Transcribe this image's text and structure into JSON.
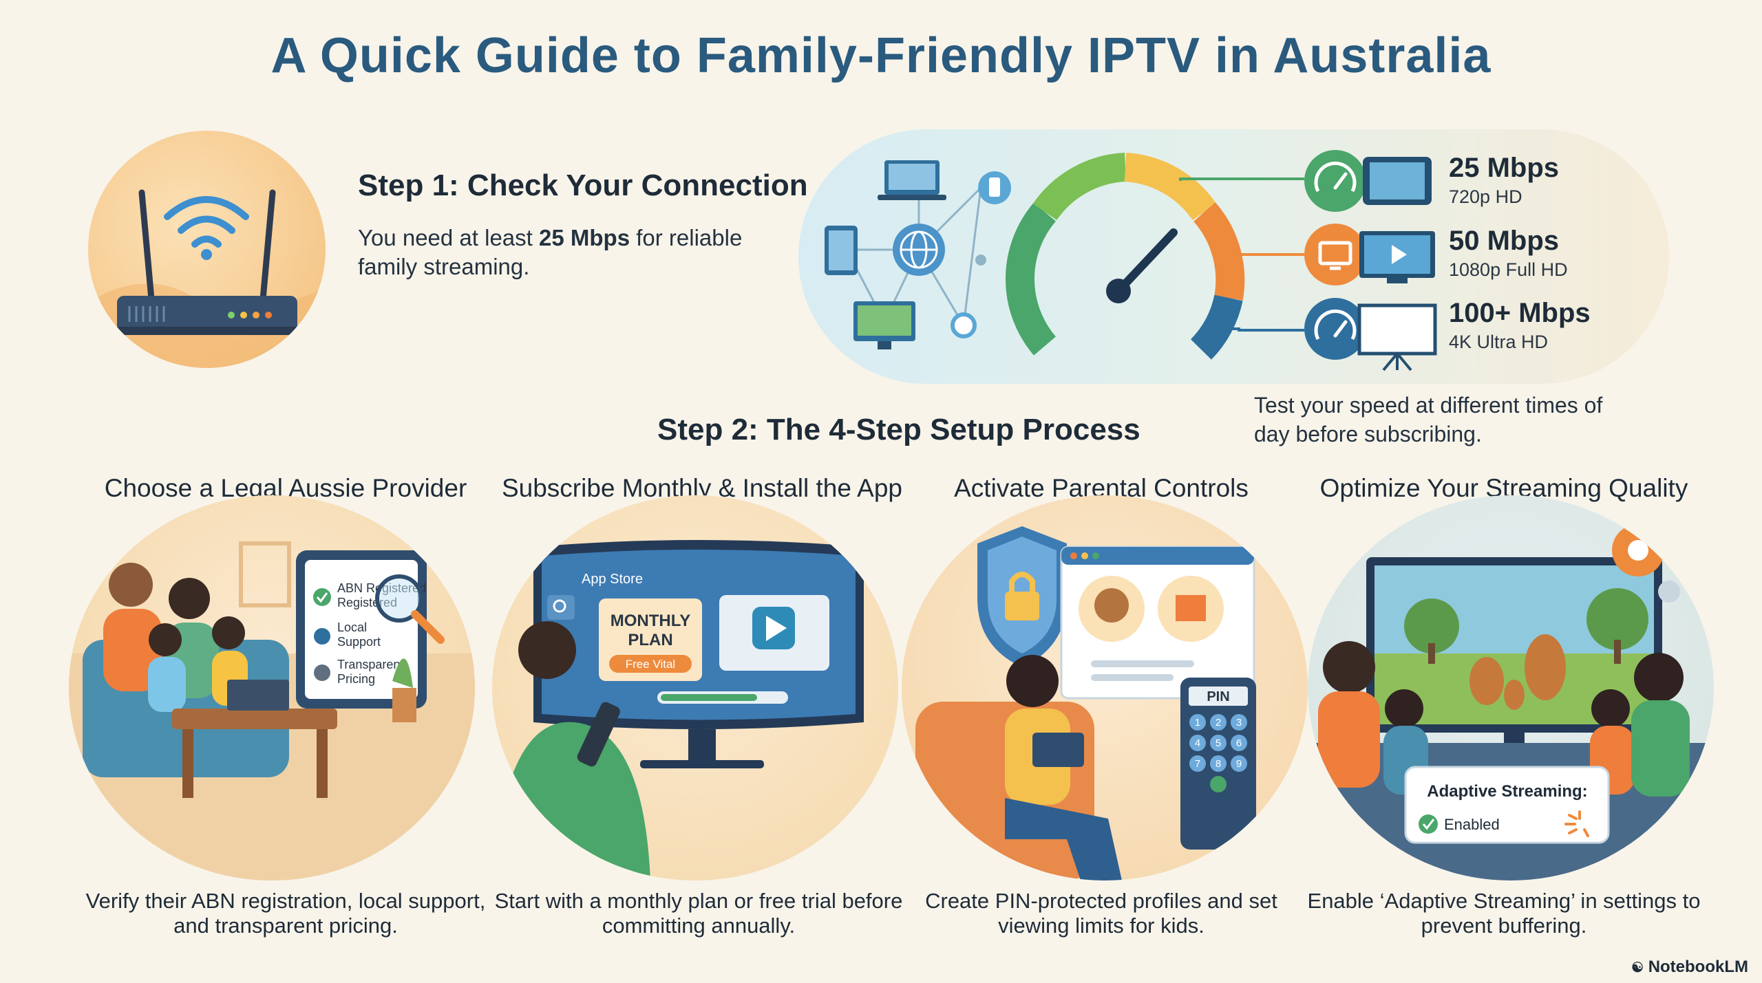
{
  "title": "A Quick Guide to Family-Friendly IPTV in Australia",
  "step1": {
    "title": "Step 1: Check Your Connection",
    "text_before": "You need at least ",
    "text_bold": "25 Mbps",
    "text_after": " for reliable family streaming."
  },
  "speeds": [
    {
      "value": "25 Mbps",
      "resolution": "720p HD"
    },
    {
      "value": "50 Mbps",
      "resolution": "1080p Full HD"
    },
    {
      "value": "100+ Mbps",
      "resolution": "4K Ultra HD"
    }
  ],
  "speed_note": "Test your speed at different times of day before subscribing.",
  "step2": {
    "title": "Step 2: The 4-Step Setup Process",
    "cards": [
      {
        "title": "Choose a Legal Aussie Provider",
        "desc": "Verify their ABN registration, local support, and transparent pricing.",
        "checklist": [
          "ABN Registered",
          "Local Support",
          "Transparent Pricing"
        ]
      },
      {
        "title": "Subscribe Monthly & Install the App",
        "desc": "Start with a monthly plan or free trial before committing annually.",
        "store_label": "App Store",
        "plan_line1": "MONTHLY",
        "plan_line2": "PLAN",
        "plan_button": "Free Vital"
      },
      {
        "title": "Activate Parental Controls",
        "desc": "Create PIN-protected profiles and set viewing limits for kids.",
        "pin_label": "PIN",
        "keys": [
          "1",
          "2",
          "3",
          "4",
          "5",
          "6",
          "7",
          "8",
          "9"
        ]
      },
      {
        "title": "Optimize Your Streaming Quality",
        "desc": "Enable ‘Adaptive Streaming’ in settings to prevent buffering.",
        "adaptive_label": "Adaptive Streaming:",
        "enabled_label": "Enabled"
      }
    ]
  },
  "footer": "NotebookLM",
  "colors": {
    "title": "#2a5a7e",
    "green": "#4aa66a",
    "orange": "#ee8a3c",
    "blue": "#2e6f9e"
  }
}
